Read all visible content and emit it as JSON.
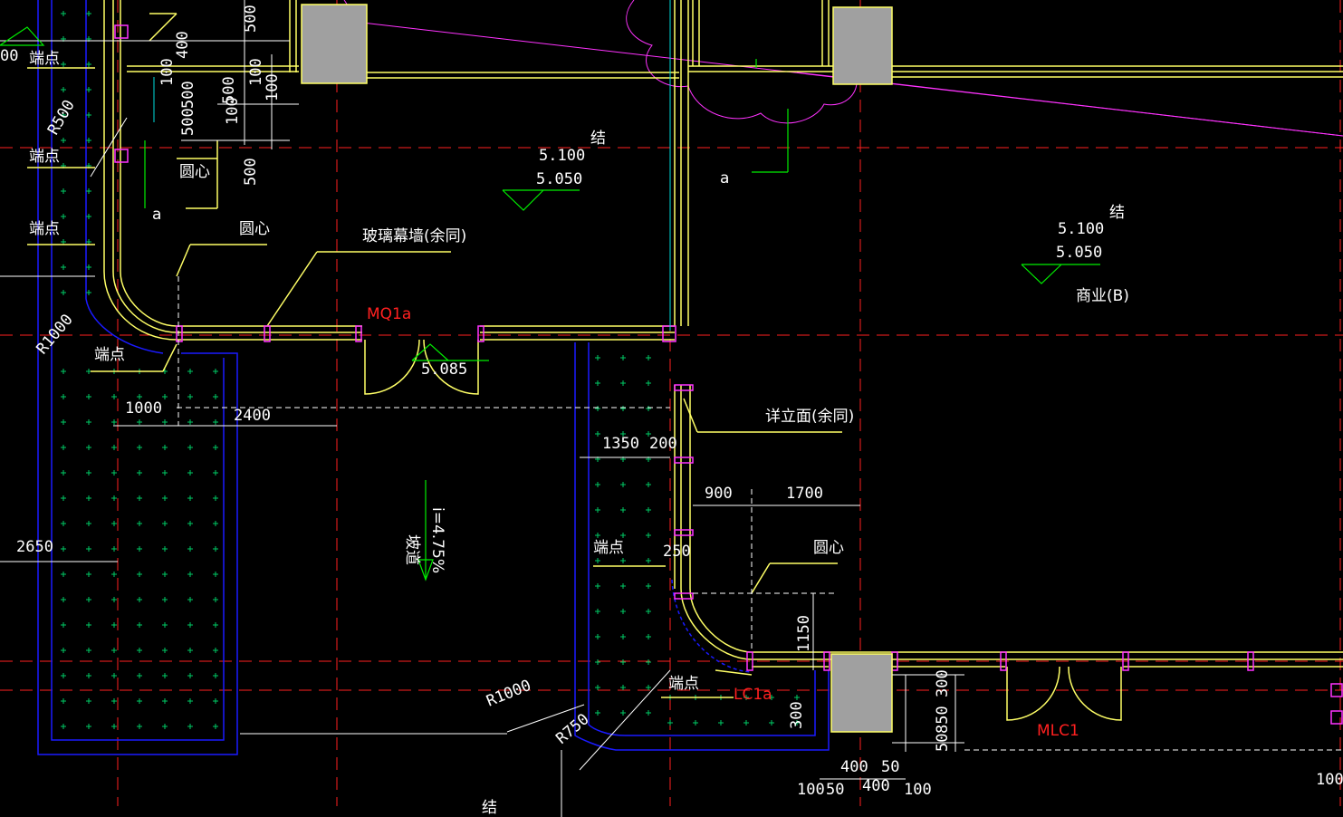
{
  "colors": {
    "background": "#000000",
    "axis": "#ff2020",
    "wall": "#ffff66",
    "dimension": "#ffffff",
    "outline": "#1a1aff",
    "cloud": "#ff33ff",
    "leader": "#00ee00",
    "cyan": "#00dddd",
    "column": "#a0a0a0"
  },
  "labels": {
    "jie": "结",
    "elev_5100": "5.100",
    "elev_5050": "5.050",
    "elev_5085": "5.085",
    "duandian": "端点",
    "yuanxin": "圆心",
    "boli_muqiang": "玻璃幕墙(余同)",
    "xiang_limian": "详立面(余同)",
    "shangye_b": "商业(B)",
    "mq1a": "MQ1a",
    "mlc1": "MLC1",
    "lc1a": "LC1a",
    "mark_a": "a",
    "podao": "坡道",
    "slope": "i=4.75%"
  },
  "dimensions": {
    "d100": "100",
    "d200": "200",
    "d250": "250",
    "d300": "300",
    "d400": "400",
    "d500": "500",
    "d50": "50",
    "d850": "850",
    "d900": "900",
    "d1000": "1000",
    "d1150": "1150",
    "d1350": "1350",
    "d1700": "1700",
    "d2400": "2400",
    "d2650": "2650",
    "r500": "R500",
    "r750": "R750",
    "r1000": "R1000",
    "partial_500": "500",
    "partial_00": "00"
  }
}
